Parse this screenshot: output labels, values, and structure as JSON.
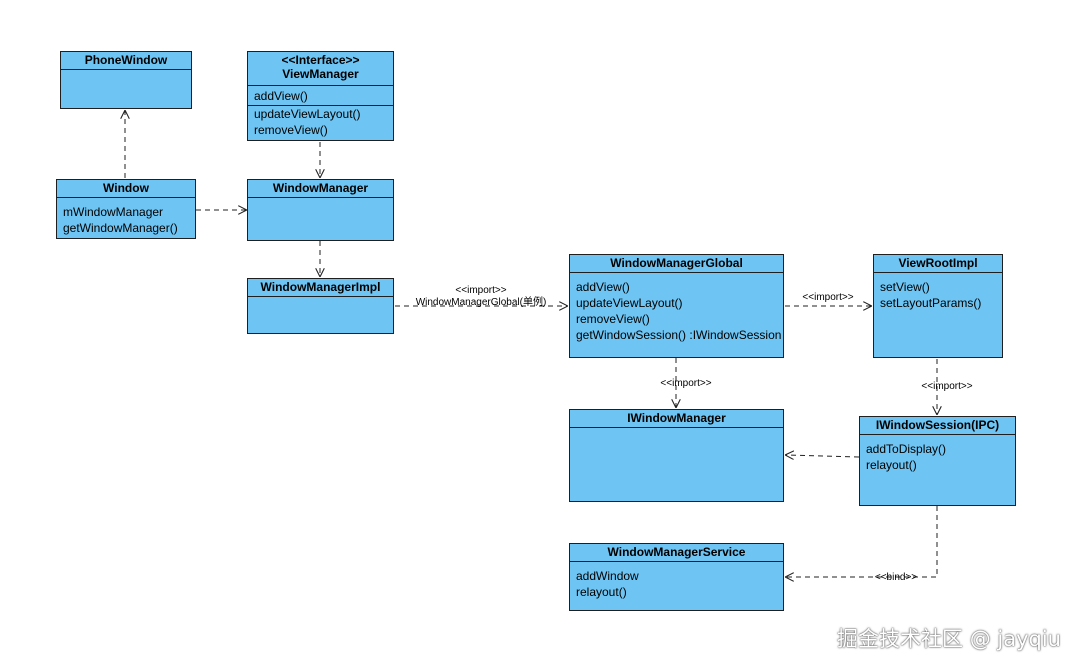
{
  "classes": {
    "phone_window": {
      "name": "PhoneWindow",
      "members": []
    },
    "view_manager": {
      "stereotype": "<<Interface>>",
      "name": "ViewManager",
      "members": [
        "addView()",
        "updateViewLayout()",
        "removeView()"
      ]
    },
    "window": {
      "name": "Window",
      "members": [
        "mWindowManager",
        "getWindowManager()"
      ]
    },
    "window_manager": {
      "name": "WindowManager",
      "members": []
    },
    "window_manager_impl": {
      "name": "WindowManagerImpl",
      "members": []
    },
    "window_manager_global": {
      "name": "WindowManagerGlobal",
      "members": [
        "addView()",
        "updateViewLayout()",
        "removeView()",
        "getWindowSession() :IWindowSession"
      ]
    },
    "view_root_impl": {
      "name": "ViewRootImpl",
      "members": [
        "setView()",
        "setLayoutParams()"
      ]
    },
    "i_window_manager": {
      "name": "IWindowManager",
      "members": []
    },
    "i_window_session": {
      "name": "IWindowSession(IPC)",
      "members": [
        "addToDisplay()",
        "relayout()"
      ]
    },
    "window_manager_service": {
      "name": "WindowManagerService",
      "members": [
        "addWindow",
        "relayout()"
      ]
    }
  },
  "connector_labels": {
    "impl_to_global_stereo": "<<import>>",
    "impl_to_global_name": "WindowManagerGlobal(单例)",
    "global_to_viewroot": "<<import>>",
    "global_to_iwm": "<<import>>",
    "viewroot_to_session": "<<import>>",
    "session_to_wms": "<<bind>>"
  },
  "watermark": "掘金技术社区 @ jayqiu",
  "colors": {
    "class_fill": "#6ec4f2",
    "border": "#1f1f1f",
    "line": "#222222"
  }
}
